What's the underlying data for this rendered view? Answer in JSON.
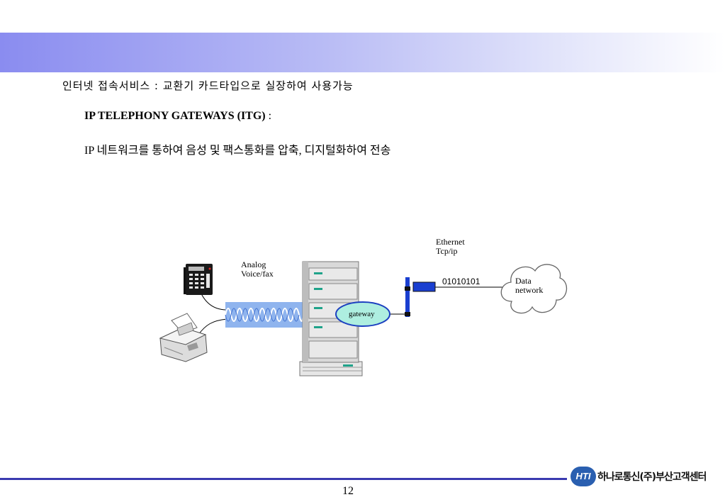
{
  "header": {
    "line1": "인터넷 접속서비스 : 교환기 카드타입으로 실장하여 사용가능",
    "line2_bold": "IP TELEPHONY GATEWAYS (ITG)",
    "line2_suffix": " :",
    "line3": "IP 네트워크를 통하여 음성 및 팩스통화를 압축, 디지털화하여 전송"
  },
  "diagram": {
    "analog_line1": "Analog",
    "analog_line2": "Voice/fax",
    "ethernet_line1": "Ethernet",
    "ethernet_line2": "Tcp/ip",
    "binary": "01010101",
    "gateway": "gateway",
    "cloud_line1": "Data",
    "cloud_line2": "network"
  },
  "footer": {
    "page_number": "12",
    "logo_badge": "HTI",
    "logo_text": "하나로통신(주)부산고객센터"
  },
  "colors": {
    "band_start": "#8a8cf0",
    "footer_line": "#3a3ab0",
    "gateway_fill": "#aeeee0",
    "wave_fill": "#8fb4ee",
    "device_blue": "#1a3fd0"
  }
}
